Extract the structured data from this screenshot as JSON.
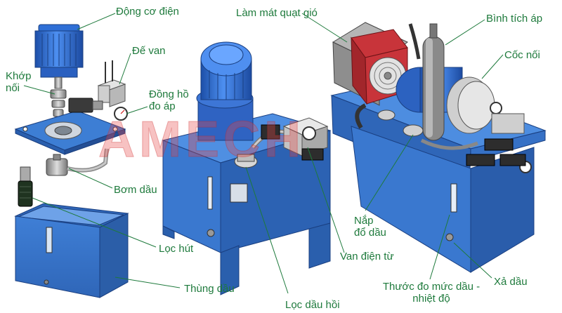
{
  "watermark": "AMECH",
  "labels": {
    "motor": "Động cơ điện",
    "valve_base": "Đế van",
    "coupling": "Khớp nối",
    "pressure_gauge": "Đồng hồ đo áp",
    "oil_pump": "Bơm dầu",
    "suction_filter": "Lọc hút",
    "oil_tank": "Thùng dầu",
    "return_filter": "Lọc dầu hồi",
    "solenoid_valve": "Van điện từ",
    "fill_cap": "Nắp đổ dầu",
    "level_gauge": "Thước đo mức dầu - nhiệt độ",
    "drain": "Xả dầu",
    "fan_cooler": "Làm mát quạt gió",
    "accumulator": "Bình tích áp",
    "coupling_housing": "Cốc nối"
  },
  "colors": {
    "label_text": "#1e7a3c",
    "motor_blue": "#2f6fd6",
    "tank_blue": "#3a78cf",
    "cooler_red": "#c8343a",
    "watermark": "#e84a4a"
  }
}
